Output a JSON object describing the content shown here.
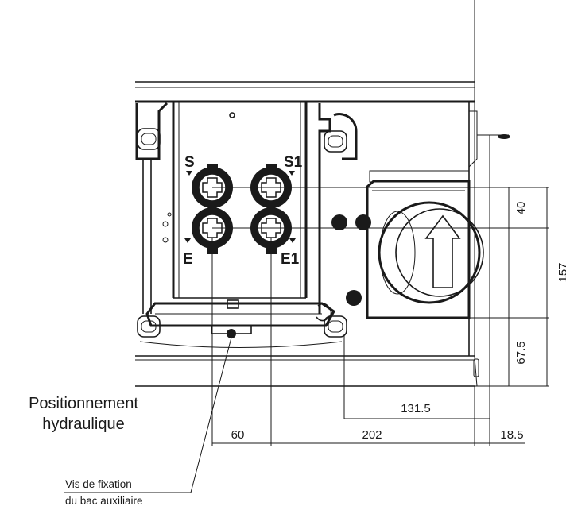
{
  "labels": {
    "positioning_line1": "Positionnement",
    "positioning_line2": "hydraulique",
    "screw_line1": "Vis de fixation",
    "screw_line2": "du bac auxiliaire"
  },
  "ports": {
    "supply": "S",
    "supply_aux": "S1",
    "return": "E",
    "return_aux": "E1"
  },
  "dimensions": {
    "d40": "40",
    "d157": "157",
    "d67_5": "67.5",
    "d131_5": "131.5",
    "d60": "60",
    "d202": "202",
    "d18_5": "18.5"
  }
}
